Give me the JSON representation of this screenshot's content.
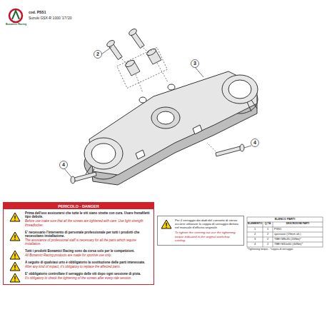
{
  "diagram": {
    "nodes": [
      {
        "text": [
          "PERICOLO - DANGER",
          "Prima dell'uso assicurarsi che tutte le viti siano strette con cura. Usare frenafiletti tipo debole.",
          "Before use make sure that all the screws are tightened with care. Use light strength threadlocker.",
          "E' necessario l'intervento di personale professionale per tutti i prodotti che necessitano installazione.",
          "The assistance of professional staff is necessary for all the parts which require installation.",
          "Tutti i prodotti Bonamici Racing sono da corsa solo per le competizioni.",
          "All Bonamici Racing products are made for sportive use only.",
          "A seguito di qualsiasi urto è obbligatorio la sostituzione delle parti interessate.",
          "After any kind of impact, it's obligatory to replace the affected parts.",
          "E' obbligatorio controllare il serraggio delle viti dopo ogni sessione di pista.",
          "It's obligatory to check the tightening of the screws after every ride session."
        ]
      },
      {
        "text": [
          "Per il serraggio dei dadi del cannotto di sterzo occorre utilizzare la coppia di serraggio dettata nel manuale d'officina originale.",
          "To tighten the steering nut use the tightening torque indicated in the original workshop catalog."
        ]
      }
    ],
    "labels": [
      "Bonamici Racing",
      "cod. PSS1",
      "Suzuki GSX-R 1000 '17/'20",
      "2",
      "3",
      "4",
      "4",
      "ELENCO PARTI",
      "ELEMENTO",
      "Q.TÀ",
      "DESCRIZIONE PARTI",
      "1",
      "1",
      "PSS1",
      "2",
      "2",
      "spessore (19mm alt.)",
      "3",
      "2",
      "TBEI M8x35 (20Nm)*",
      "4",
      "2",
      "TBEI M10x60 (40Nm)*",
      "*Tightening torque - *coppia di serraggio"
    ]
  }
}
